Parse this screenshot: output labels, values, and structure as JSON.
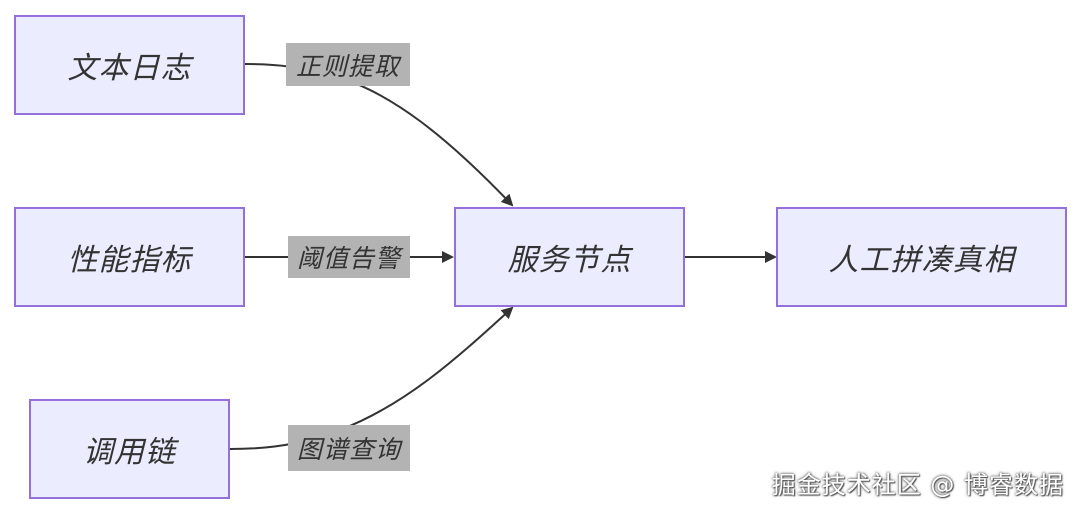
{
  "nodes": {
    "text_log": "文本日志",
    "perf_metric": "性能指标",
    "call_chain": "调用链",
    "service_node": "服务节点",
    "manual_truth": "人工拼凑真相"
  },
  "edges": {
    "regex_extract": "正则提取",
    "threshold_alert": "阈值告警",
    "graph_query": "图谱查询"
  },
  "watermark": "掘金技术社区 @ 博睿数据",
  "colors": {
    "node_fill": "#ececff",
    "node_border": "#9370db",
    "edge_line": "#333333",
    "label_bg": "#b3b3b3"
  }
}
